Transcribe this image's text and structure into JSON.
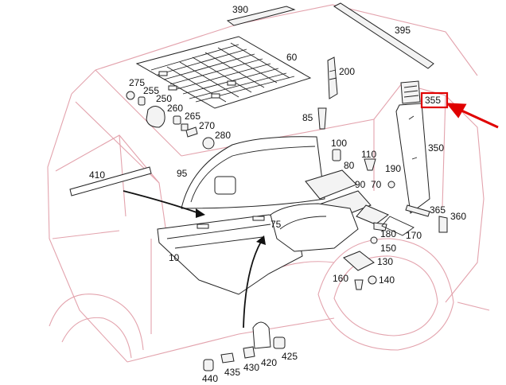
{
  "parts": [
    {
      "id": "p390",
      "label": "390"
    },
    {
      "id": "p395",
      "label": "395"
    },
    {
      "id": "p60",
      "label": "60"
    },
    {
      "id": "p200",
      "label": "200"
    },
    {
      "id": "p275",
      "label": "275"
    },
    {
      "id": "p255",
      "label": "255"
    },
    {
      "id": "p250",
      "label": "250"
    },
    {
      "id": "p260",
      "label": "260"
    },
    {
      "id": "p265",
      "label": "265"
    },
    {
      "id": "p270",
      "label": "270"
    },
    {
      "id": "p280",
      "label": "280"
    },
    {
      "id": "p355",
      "label": "355"
    },
    {
      "id": "p85",
      "label": "85"
    },
    {
      "id": "p350",
      "label": "350"
    },
    {
      "id": "p100",
      "label": "100"
    },
    {
      "id": "p110",
      "label": "110"
    },
    {
      "id": "p80",
      "label": "80"
    },
    {
      "id": "p190",
      "label": "190"
    },
    {
      "id": "p410",
      "label": "410"
    },
    {
      "id": "p95",
      "label": "95"
    },
    {
      "id": "p90",
      "label": "90"
    },
    {
      "id": "p70",
      "label": "70"
    },
    {
      "id": "p75",
      "label": "75"
    },
    {
      "id": "p365",
      "label": "365"
    },
    {
      "id": "p360",
      "label": "360"
    },
    {
      "id": "p180",
      "label": "180"
    },
    {
      "id": "p170",
      "label": "170"
    },
    {
      "id": "p150",
      "label": "150"
    },
    {
      "id": "p10",
      "label": "10"
    },
    {
      "id": "p130",
      "label": "130"
    },
    {
      "id": "p160",
      "label": "160"
    },
    {
      "id": "p140",
      "label": "140"
    },
    {
      "id": "p425",
      "label": "425"
    },
    {
      "id": "p420",
      "label": "420"
    },
    {
      "id": "p430",
      "label": "430"
    },
    {
      "id": "p435",
      "label": "435"
    },
    {
      "id": "p440",
      "label": "440"
    }
  ],
  "highlight": {
    "part": "355",
    "color": "#e00000"
  },
  "colors": {
    "body_outline": "#e3a3ad",
    "parts": "#222222"
  }
}
